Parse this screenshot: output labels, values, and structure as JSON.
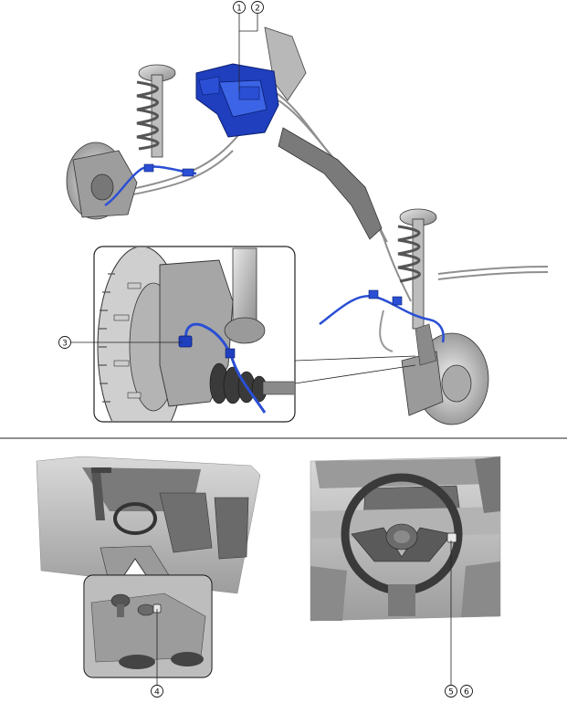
{
  "callouts": {
    "c1": "1",
    "c2": "2",
    "c3": "3",
    "c4": "4",
    "c5": "5",
    "c6": "6"
  },
  "colors": {
    "highlight": "#1f3fbf",
    "highlight_light": "#3c64e6",
    "gray": "#9a9a9a",
    "line": "#222222"
  }
}
